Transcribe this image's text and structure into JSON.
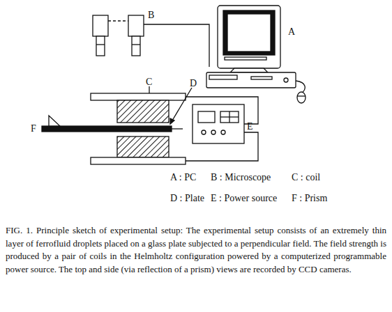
{
  "diagram": {
    "caption": "FIG. 1. Principle sketch of experimental setup: The experimental setup consists of an extremely thin layer of ferrofluid droplets placed on a glass plate subjected to a perpendicular field. The field strength is produced by a pair of coils in the Helmholtz configuration powered by a computerized programmable power source. The top and side (via reflection of a prism) views are recorded by CCD cameras.",
    "labels": [
      "A",
      "B",
      "C",
      "D",
      "E",
      "F",
      "A : PC",
      "B : Microscope",
      "C : coil",
      "D : Plate",
      "E : Power source",
      "F : Prism"
    ]
  }
}
